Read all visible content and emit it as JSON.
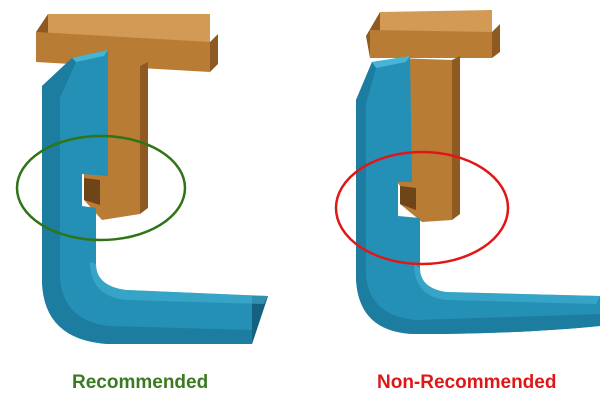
{
  "colors": {
    "wood": "#b87c35",
    "wood_dark": "#8f5a22",
    "wood_light": "#d29a55",
    "blue": "#2490b6",
    "blue_dark": "#14627f",
    "blue_light": "#46b4d6",
    "recommended_ellipse": "#2f7417",
    "non_recommended_ellipse": "#e01717"
  },
  "left_panel": {
    "caption": "Recommended",
    "caption_color": "#3a7a20",
    "caption_icon": "none"
  },
  "right_panel": {
    "caption": "Non-Recommended",
    "caption_color": "#e01717",
    "caption_icon": "none"
  }
}
